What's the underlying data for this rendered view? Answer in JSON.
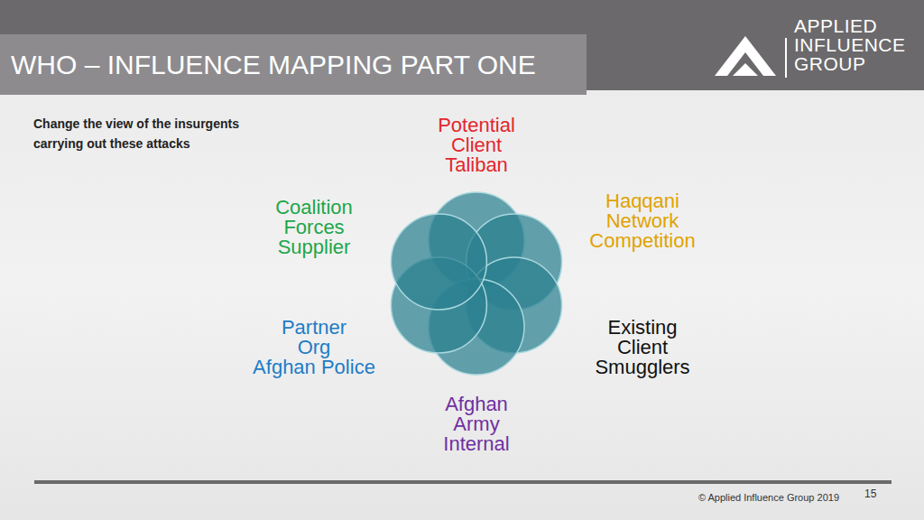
{
  "diagram": {
    "title": "WHO – INFLUENCE MAPPING PART ONE",
    "labels": [
      "APPLIED INFLUENCE GROUP",
      "Change the view of the insurgents carrying out these attacks",
      "Potential Client",
      "Taliban",
      "Coalition Forces",
      "Supplier",
      "Haqqani Network",
      "Competition",
      "Partner Org",
      "Afghan Police",
      "Existing Client",
      "Smugglers",
      "Afghan Army",
      "Internal",
      "© Applied Influence Group 2019",
      "15"
    ]
  }
}
